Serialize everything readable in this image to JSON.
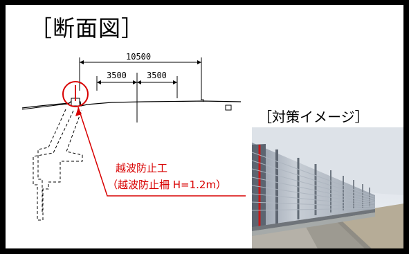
{
  "title": "［断面図］",
  "image_label": "［対策イメージ］",
  "annotation": {
    "line1": "越波防止工",
    "line2": "（越波防止柵 H=1.2m）"
  },
  "dimensions": {
    "total": "10500",
    "left": "3500",
    "right": "3500"
  },
  "colors": {
    "border": "#000000",
    "annotation": "#d80000",
    "photo_sky": "#d8dde4",
    "fence": "#b7bec8"
  }
}
